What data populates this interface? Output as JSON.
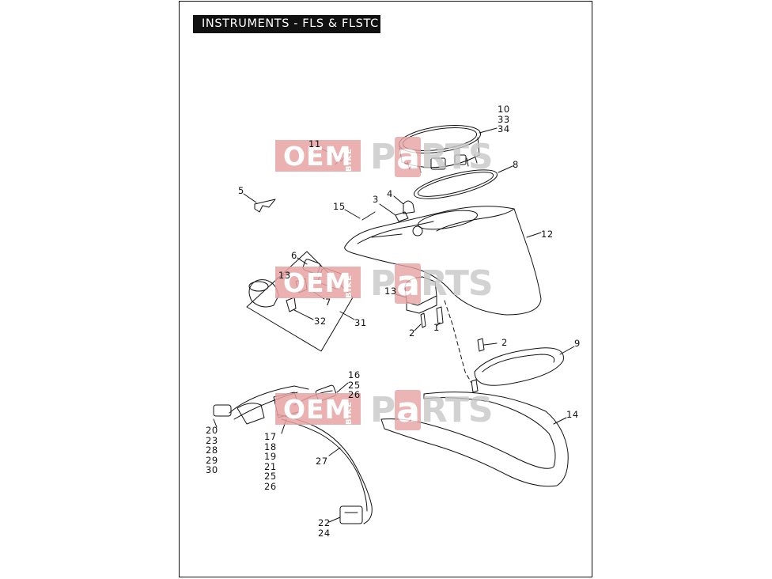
{
  "page": {
    "title": "INSTRUMENTS - FLS & FLSTC"
  },
  "watermark": {
    "oem": "OEM",
    "bike": "BIKE",
    "parts_p": "P",
    "parts_a": "a",
    "parts_rest": "RTS"
  },
  "callouts": {
    "c1": "10\n33\n34",
    "c2": "8",
    "c3": "11",
    "c4": "5",
    "c5": "4",
    "c6": "3",
    "c7": "15",
    "c8": "12",
    "c9": "6",
    "c10": "13",
    "c11": "7",
    "c12": "32",
    "c13": "31",
    "c14": "13",
    "c15": "2",
    "c16": "1",
    "c17": "2",
    "c18": "9",
    "c19": "16\n25\n26",
    "c20": "14",
    "c21": "20\n23\n28\n29\n30",
    "c22": "17\n18\n19\n21\n25\n26",
    "c23": "27",
    "c24": "22\n24"
  },
  "colors": {
    "ink": "#111111",
    "title_bg": "#111111",
    "title_text": "#ffffff",
    "watermark_red": "#e7a3a3",
    "watermark_grey": "#c8c8c8"
  }
}
